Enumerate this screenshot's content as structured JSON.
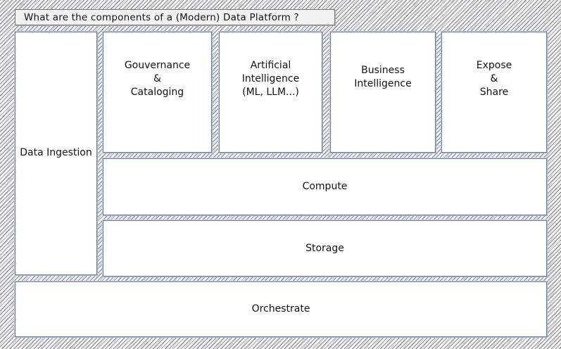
{
  "title": "What are the components of a (Modern) Data Platform ?",
  "components": {
    "ingestion": "Data Ingestion",
    "governance": "Gouvernance\n&\nCataloging",
    "ai": "Artificial\nIntelligence\n(ML, LLM...)",
    "bi": "Business\nIntelligence",
    "expose": "Expose\n&\nShare",
    "compute": "Compute",
    "storage": "Storage",
    "orchestrate": "Orchestrate"
  }
}
